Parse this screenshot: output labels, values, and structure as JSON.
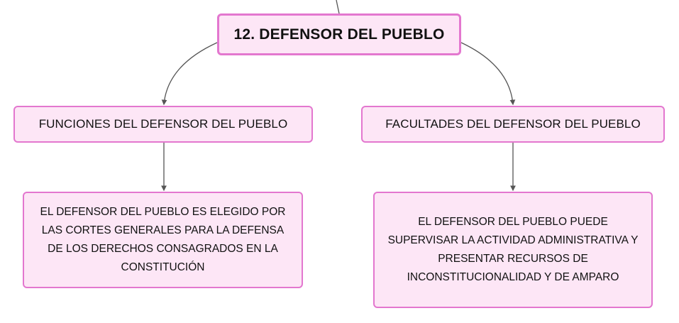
{
  "diagram": {
    "root": {
      "label": "12. DEFENSOR DEL PUEBLO"
    },
    "left_branch": {
      "label": "FUNCIONES DEL DEFENSOR DEL PUEBLO",
      "detail": "EL DEFENSOR DEL PUEBLO ES ELEGIDO POR LAS CORTES GENERALES PARA LA DEFENSA DE LOS DERECHOS CONSAGRADOS EN LA CONSTITUCIÓN"
    },
    "right_branch": {
      "label": "FACULTADES DEL DEFENSOR DEL PUEBLO",
      "detail": "EL DEFENSOR DEL PUEBLO PUEDE SUPERVISAR LA ACTIVIDAD ADMINISTRATIVA Y PRESENTAR RECURSOS DE INCONSTITUCIONALIDAD Y DE AMPARO"
    },
    "colors": {
      "node_fill": "#fde6f6",
      "node_border": "#e377cf",
      "connector": "#555555"
    }
  }
}
